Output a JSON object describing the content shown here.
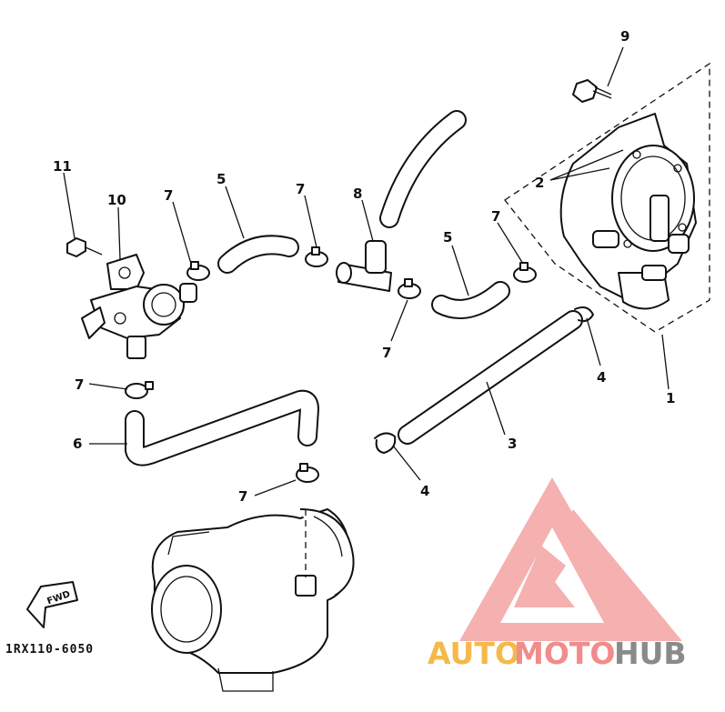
{
  "diagram_code": "1RX110-6050",
  "fwd_label": "FWD",
  "callouts": {
    "c1": "1",
    "c2": "2",
    "c3": "3",
    "c4a": "4",
    "c4b": "4",
    "c5a": "5",
    "c5b": "5",
    "c6": "6",
    "c7a": "7",
    "c7b": "7",
    "c7c": "7",
    "c7d": "7",
    "c7e": "7",
    "c7f": "7",
    "c8": "8",
    "c9": "9",
    "c10": "10",
    "c11": "11"
  },
  "watermark": {
    "part1": "AUTO",
    "part2": "MOTO",
    "part3": "HUB",
    "colors": {
      "triangle": "#f28b8b",
      "auto": "#f5b94a",
      "moto": "#f28b8b",
      "hub": "#8a8a8a"
    }
  }
}
